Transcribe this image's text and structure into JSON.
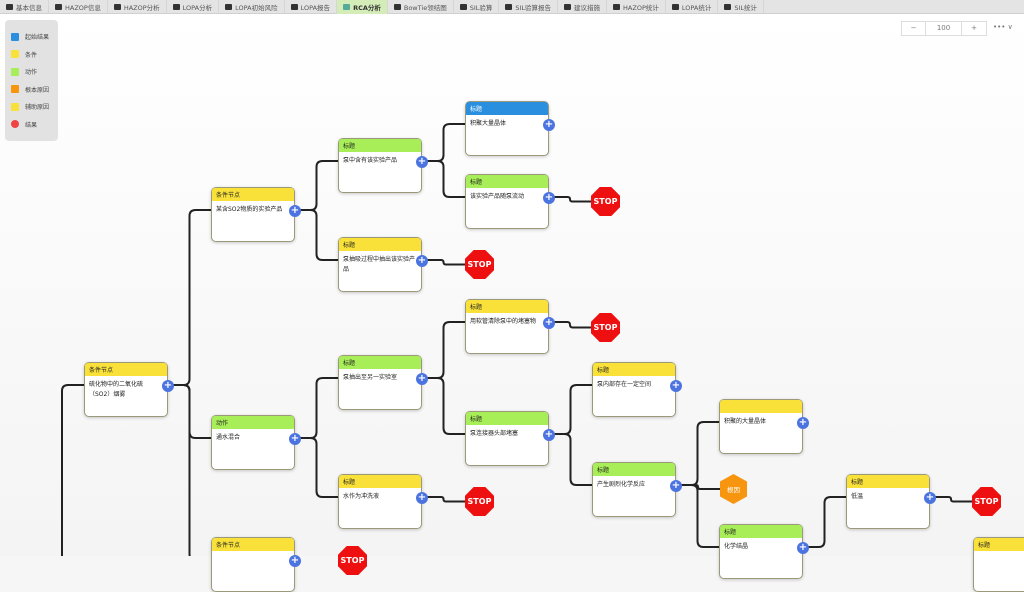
{
  "tabs": [
    "基本信息",
    "HAZOP信息",
    "HAZOP分析",
    "LOPA分析",
    "LOPA初始风险",
    "LOPA报告",
    "RCA分析",
    "BowTie领结图",
    "SIL验算",
    "SIL验算报告",
    "建议措施",
    "HAZOP统计",
    "LOPA统计",
    "SIL统计"
  ],
  "active_tab": "RCA分析",
  "legend": [
    {
      "label": "起始结果",
      "color": "#2b8fe0"
    },
    {
      "label": "条件",
      "color": "#f9e13a"
    },
    {
      "label": "动作",
      "color": "#a8ee58"
    },
    {
      "label": "根本原因",
      "color": "#f7960e"
    },
    {
      "label": "辅助原因",
      "color": "#f9e13a"
    },
    {
      "label": "结果",
      "color": "#ee4444"
    }
  ],
  "zoom": {
    "minus": "−",
    "value": "100",
    "plus": "+",
    "more": "••• ∨"
  },
  "nodes": {
    "n1": {
      "title": "条件节点",
      "text": "硫化物中的二氧化硫（SO2）烟雾"
    },
    "n2": {
      "title": "条件节点",
      "text": "某含SO2物质的实验产品"
    },
    "n3": {
      "title": "标题",
      "text": "泵中含有该实验产品"
    },
    "n4": {
      "title": "标题",
      "text": "积聚大量晶体"
    },
    "n5": {
      "title": "标题",
      "text": "该实验产品随泵流动"
    },
    "n6": {
      "title": "标题",
      "text": "泵抽吸过程中抽出该实验产品"
    },
    "n7": {
      "title": "动作",
      "text": "通水混合"
    },
    "n8": {
      "title": "标题",
      "text": "泵抽出至另一实验室"
    },
    "n9": {
      "title": "标题",
      "text": "用软管清除泵中的堵塞物"
    },
    "n10": {
      "title": "标题",
      "text": "泵连接器头部堵塞"
    },
    "n11": {
      "title": "标题",
      "text": "水作为冲洗液"
    },
    "n12": {
      "title": "标题",
      "text": "泵内部存在一定空间"
    },
    "n13": {
      "title": "标题",
      "text": "产生剧烈化学反应"
    },
    "n14": {
      "title": "",
      "text": "积聚的大量晶体"
    },
    "n15": {
      "title": "标题",
      "text": "化学结晶"
    },
    "n16": {
      "title": "标题",
      "text": "低温"
    },
    "n17": {
      "title": "标题",
      "text": ""
    },
    "n18": {
      "title": "条件节点",
      "text": ""
    }
  },
  "stop_label": "STOP",
  "root_cause_label": "根因",
  "edges": [
    [
      "n1",
      "n2"
    ],
    [
      "n1",
      "n7"
    ],
    [
      "n1",
      "n18"
    ],
    [
      "n2",
      "n3"
    ],
    [
      "n2",
      "n6"
    ],
    [
      "n3",
      "n4"
    ],
    [
      "n3",
      "n5"
    ],
    [
      "n5",
      "s1"
    ],
    [
      "n6",
      "s2"
    ],
    [
      "n7",
      "n8"
    ],
    [
      "n7",
      "n11"
    ],
    [
      "n8",
      "n9"
    ],
    [
      "n8",
      "n10"
    ],
    [
      "n9",
      "s3"
    ],
    [
      "n11",
      "s4"
    ],
    [
      "n10",
      "n12"
    ],
    [
      "n10",
      "n13"
    ],
    [
      "n13",
      "n14"
    ],
    [
      "n13",
      "h1"
    ],
    [
      "n13",
      "n15"
    ],
    [
      "n15",
      "n16"
    ],
    [
      "n16",
      "s5"
    ]
  ]
}
